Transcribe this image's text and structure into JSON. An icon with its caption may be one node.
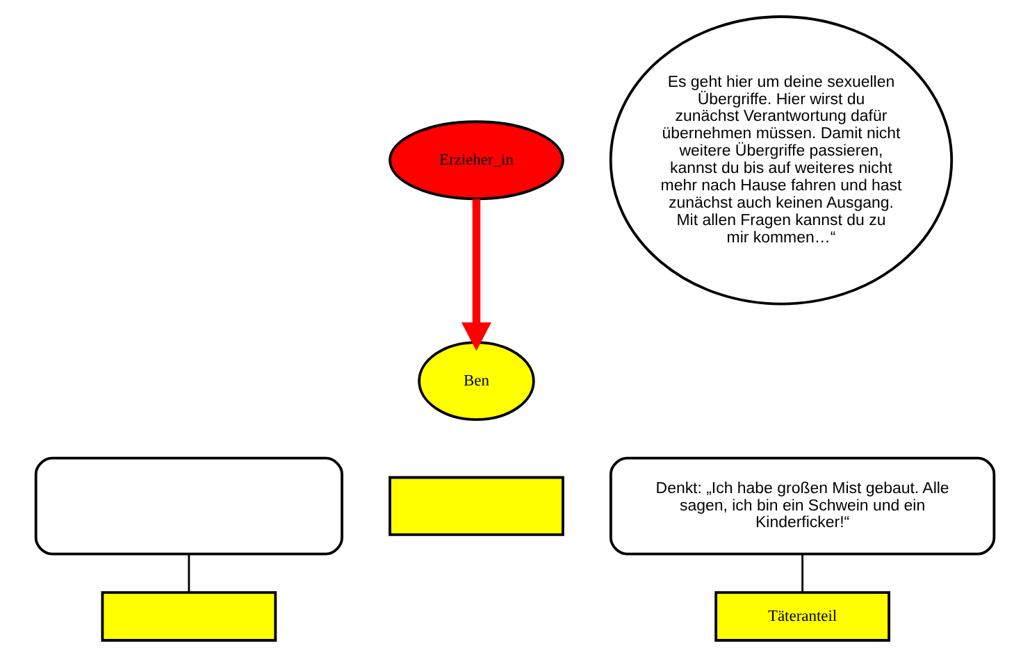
{
  "diagram": {
    "nodes": [
      {
        "text": [
          "Erzieher_in"
        ]
      },
      {
        "text": [
          "Es geht hier um deine sexuellen Übergriffe. Hier wirst du zunächst Verantwortung dafür übernehmen müssen. Damit nicht weitere Übergriffe passieren, kannst du bis auf weiteres nicht mehr nach Hause fahren und hast zunächst auch keinen Ausgang. Mit allen Fragen kannst du zu mir kommen…“"
        ]
      },
      {
        "text": [
          "Ben"
        ]
      },
      {
        "text": [],
        "shape": "box"
      },
      {
        "text": [],
        "shape": "box"
      },
      {
        "text": [
          "Denkt: „Ich habe großen Mist gebaut. Alle sagen, ich bin ein Schwein und ein Kinderficker!“"
        ]
      },
      {
        "text": [],
        "shape": "box"
      },
      {
        "text": [
          "Täteranteil"
        ]
      }
    ],
    "edges": [
      {
        "from": 0,
        "to": 2,
        "arrow": "to",
        "style": "thick",
        "color": "#ff0000"
      },
      {
        "from": 3,
        "to": 6,
        "arrow": "none"
      },
      {
        "from": 5,
        "to": 7,
        "arrow": "none"
      }
    ]
  }
}
